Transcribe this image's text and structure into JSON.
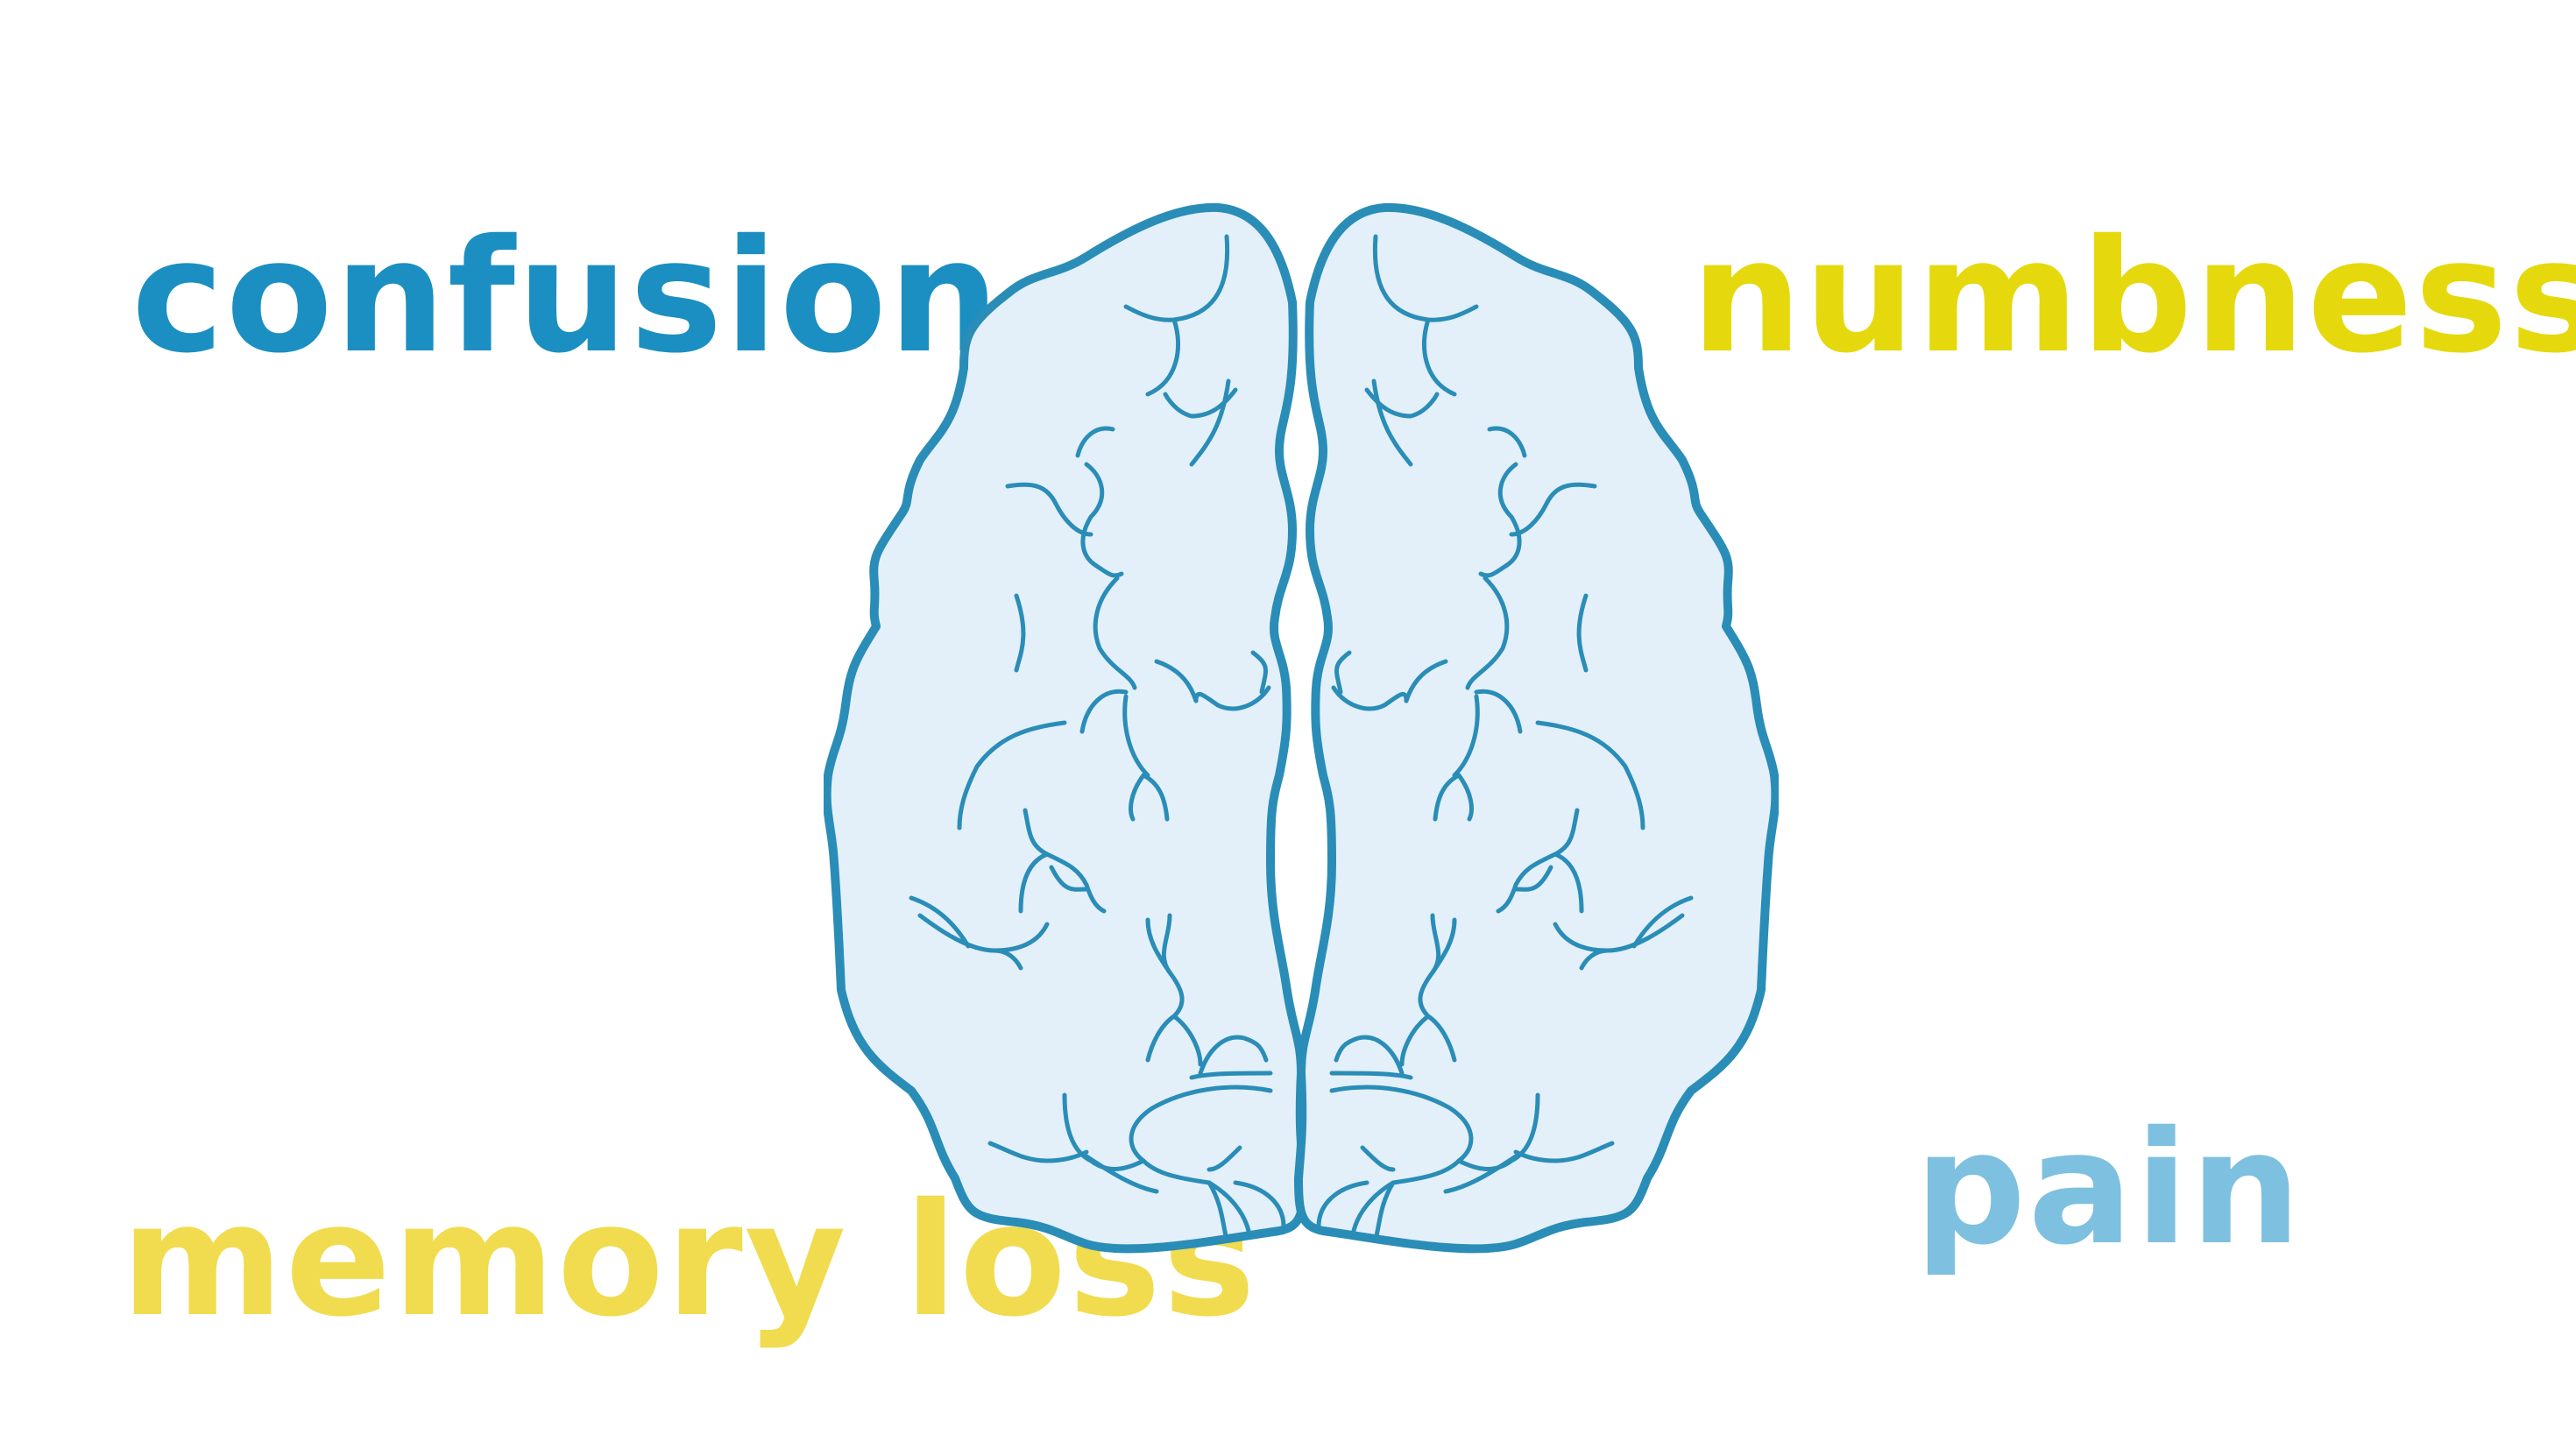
{
  "words": {
    "confusion": {
      "text": "confusion",
      "color": "#1b8fc1"
    },
    "numbness": {
      "text": "numbness",
      "color": "#e5d90d"
    },
    "memory_loss": {
      "text": "memory loss",
      "color": "#f0dc4e"
    },
    "pain": {
      "text": "pain",
      "color": "#7ec0df"
    }
  },
  "brain": {
    "fill_color": "#e3f0f9",
    "stroke_color": "#2a8db7",
    "icon": "brain-top-view-icon"
  }
}
